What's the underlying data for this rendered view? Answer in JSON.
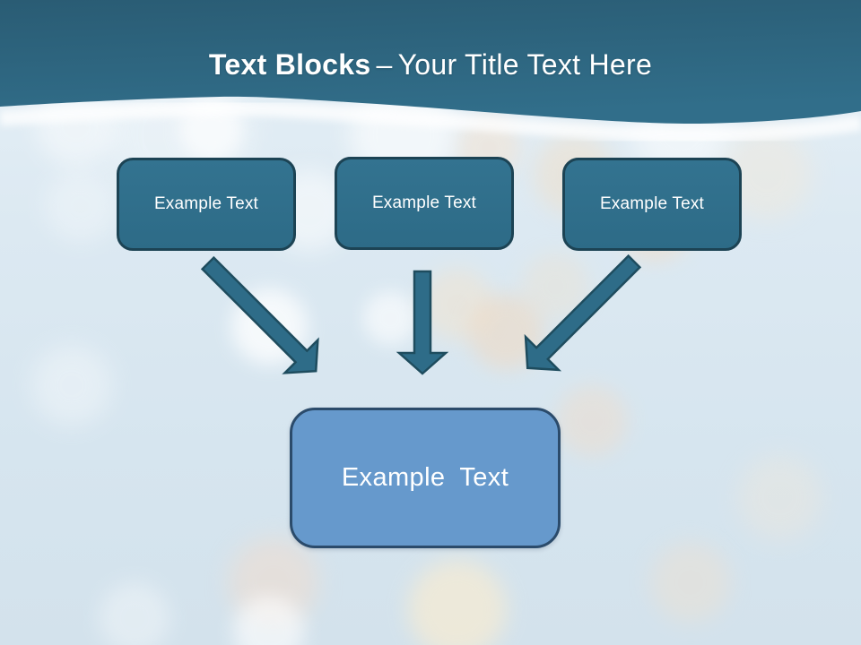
{
  "slide": {
    "title": {
      "bold": "Text Blocks",
      "separator": "–",
      "rest": "Your Title Text Here"
    },
    "top_blocks": [
      {
        "label": "Example Text"
      },
      {
        "label": "Example Text"
      },
      {
        "label": "Example Text"
      }
    ],
    "bottom_block": {
      "label": "Example Text"
    },
    "arrows": [
      {
        "name": "arrow-down-right-icon"
      },
      {
        "name": "arrow-down-icon"
      },
      {
        "name": "arrow-down-left-icon"
      }
    ],
    "colors": {
      "header_band_top": "#2a5c74",
      "header_band_bottom": "#316e8a",
      "teal_block_fill": "#2f6e8b",
      "teal_block_border": "#1c4354",
      "arrow_fill": "#2e6c88",
      "arrow_border": "#1e4c5e",
      "bottom_block_fill": "#6699cc",
      "bottom_block_border": "#2b4b6b",
      "background": "#d9e7f0",
      "title_text": "#ffffff"
    }
  }
}
